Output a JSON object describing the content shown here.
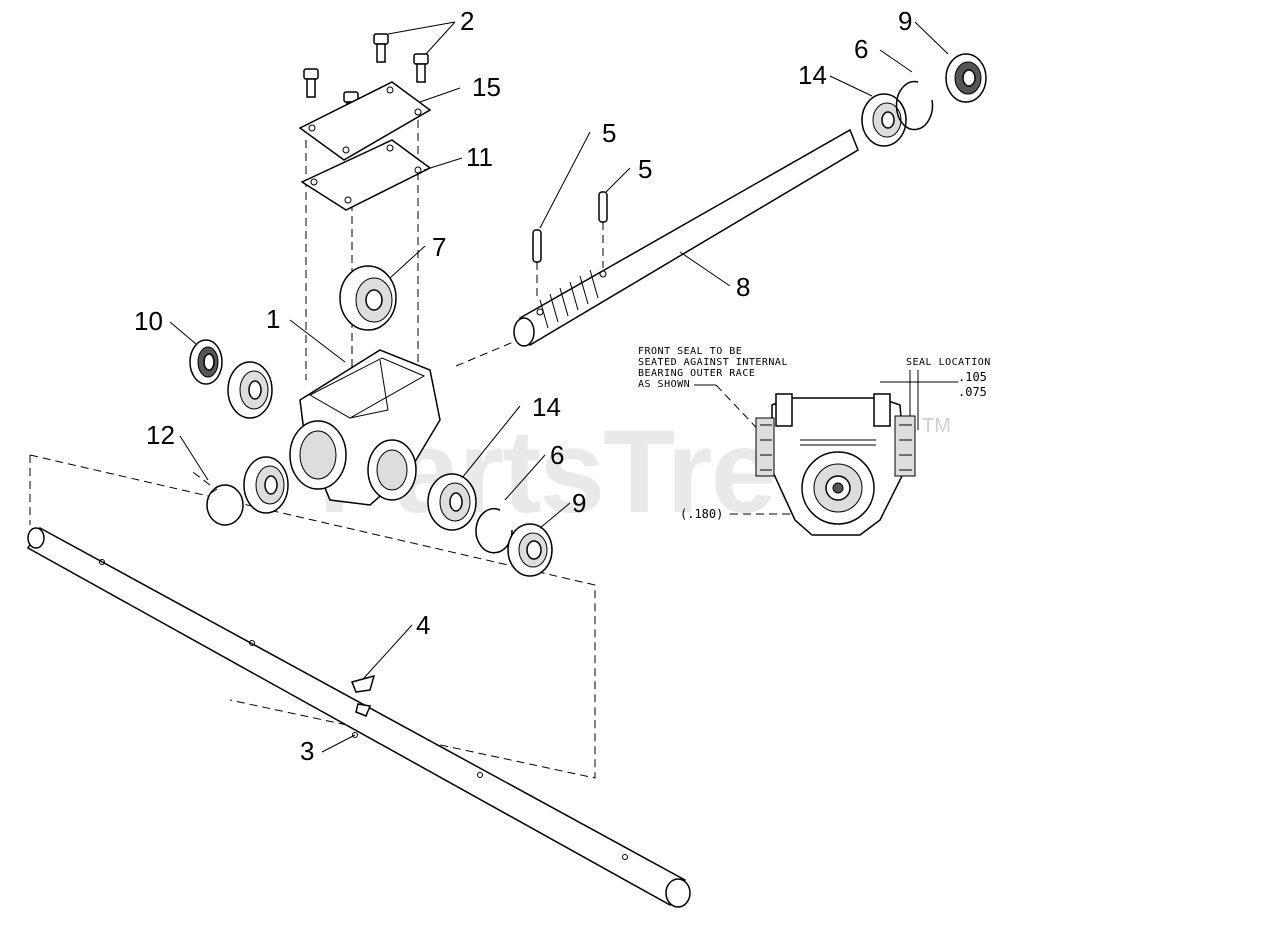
{
  "watermark": {
    "text": "PartsTree",
    "trademark": "TM"
  },
  "callouts": [
    {
      "id": "c2",
      "label": "2"
    },
    {
      "id": "c15",
      "label": "15"
    },
    {
      "id": "c11",
      "label": "11"
    },
    {
      "id": "c7",
      "label": "7"
    },
    {
      "id": "c1",
      "label": "1"
    },
    {
      "id": "c10",
      "label": "10"
    },
    {
      "id": "c12",
      "label": "12"
    },
    {
      "id": "c14a",
      "label": "14"
    },
    {
      "id": "c6a",
      "label": "6"
    },
    {
      "id": "c9a",
      "label": "9"
    },
    {
      "id": "c4",
      "label": "4"
    },
    {
      "id": "c3",
      "label": "3"
    },
    {
      "id": "c5a",
      "label": "5"
    },
    {
      "id": "c5b",
      "label": "5"
    },
    {
      "id": "c8",
      "label": "8"
    },
    {
      "id": "c14b",
      "label": "14"
    },
    {
      "id": "c6b",
      "label": "6"
    },
    {
      "id": "c9b",
      "label": "9"
    }
  ],
  "detail": {
    "note_lines": [
      "FRONT SEAL TO BE",
      "SEATED AGAINST INTERNAL",
      "BEARING OUTER RACE",
      "AS SHOWN"
    ],
    "seal_location_label": "SEAL LOCATION",
    "dim_upper": ".105",
    "dim_lower": ".075",
    "dim_left": "(.180)"
  }
}
